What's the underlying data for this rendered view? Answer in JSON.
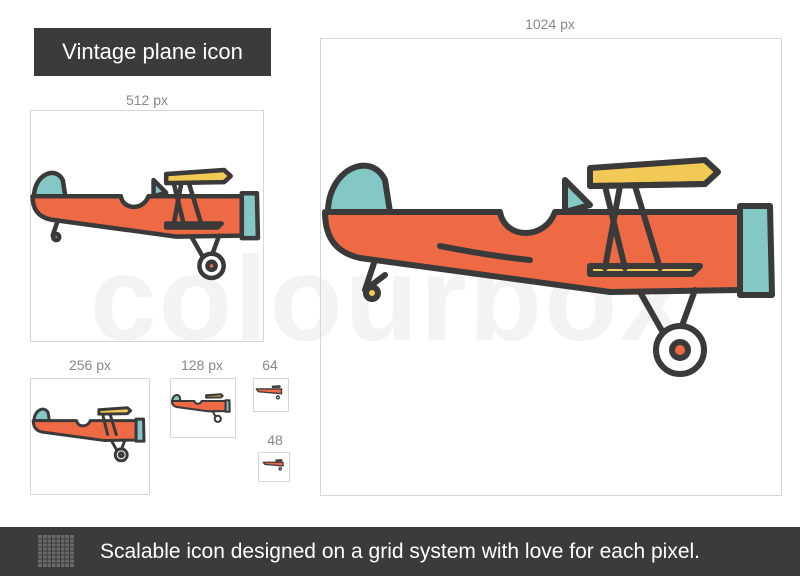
{
  "title": "Vintage plane icon",
  "watermark": "colourbox",
  "sizes": {
    "s1024": "1024 px",
    "s512": "512 px",
    "s256": "256 px",
    "s128": "128 px",
    "s64": "64",
    "s48": "48"
  },
  "footer": {
    "text": "Scalable icon designed on a grid system with love for each pixel."
  },
  "icons": {
    "plane": "vintage-plane-icon",
    "grid": "pixel-grid-icon"
  },
  "colors": {
    "body": "#ee6a45",
    "outline": "#3a3a3a",
    "glass": "#84c8c6",
    "wing": "#f3c955",
    "footer_bg": "#3b3b3b",
    "title_bg": "#3b3b3b"
  }
}
